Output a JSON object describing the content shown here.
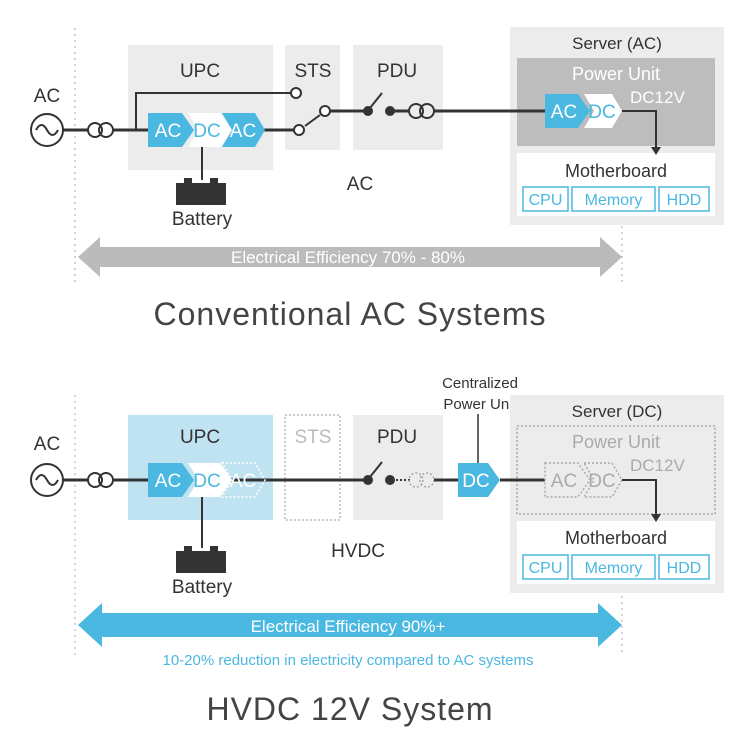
{
  "top": {
    "ac_label": "AC",
    "upc": {
      "label": "UPC",
      "conv": [
        "AC",
        "DC",
        "AC"
      ]
    },
    "sts": {
      "label": "STS"
    },
    "pdu": {
      "label": "PDU"
    },
    "server": {
      "title": "Server (AC)",
      "power_unit": "Power Unit",
      "dc_output": "DC12V",
      "conv": [
        "AC",
        "DC"
      ],
      "motherboard": "Motherboard",
      "components": [
        "CPU",
        "Memory",
        "HDD"
      ]
    },
    "battery": "Battery",
    "line_type": "AC",
    "efficiency": "Electrical Efficiency 70% - 80%",
    "system_title": "Conventional AC Systems"
  },
  "bottom": {
    "ac_label": "AC",
    "upc": {
      "label": "UPC",
      "conv": [
        "AC",
        "DC",
        "AC"
      ]
    },
    "sts": {
      "label": "STS"
    },
    "pdu": {
      "label": "PDU"
    },
    "centralized_label_1": "Centralized",
    "centralized_label_2": "Power Unit",
    "centralized_conv": "DC",
    "server": {
      "title": "Server (DC)",
      "power_unit": "Power Unit",
      "dc_output": "DC12V",
      "conv": [
        "AC",
        "DC"
      ],
      "motherboard": "Motherboard",
      "components": [
        "CPU",
        "Memory",
        "HDD"
      ]
    },
    "battery": "Battery",
    "line_type": "HVDC",
    "efficiency": "Electrical Efficiency 90%+",
    "reduction_note": "10-20% reduction in electricity compared to AC systems",
    "system_title": "HVDC 12V System"
  },
  "colors": {
    "blue": "#4ab8e0",
    "light_blue": "#bfe3f1",
    "gray_box": "#ececec",
    "dark_gray": "#bdbdbd",
    "line": "#333333",
    "arrow_gray": "#bbbbbb",
    "arrow_blue": "#4ab8e0"
  }
}
